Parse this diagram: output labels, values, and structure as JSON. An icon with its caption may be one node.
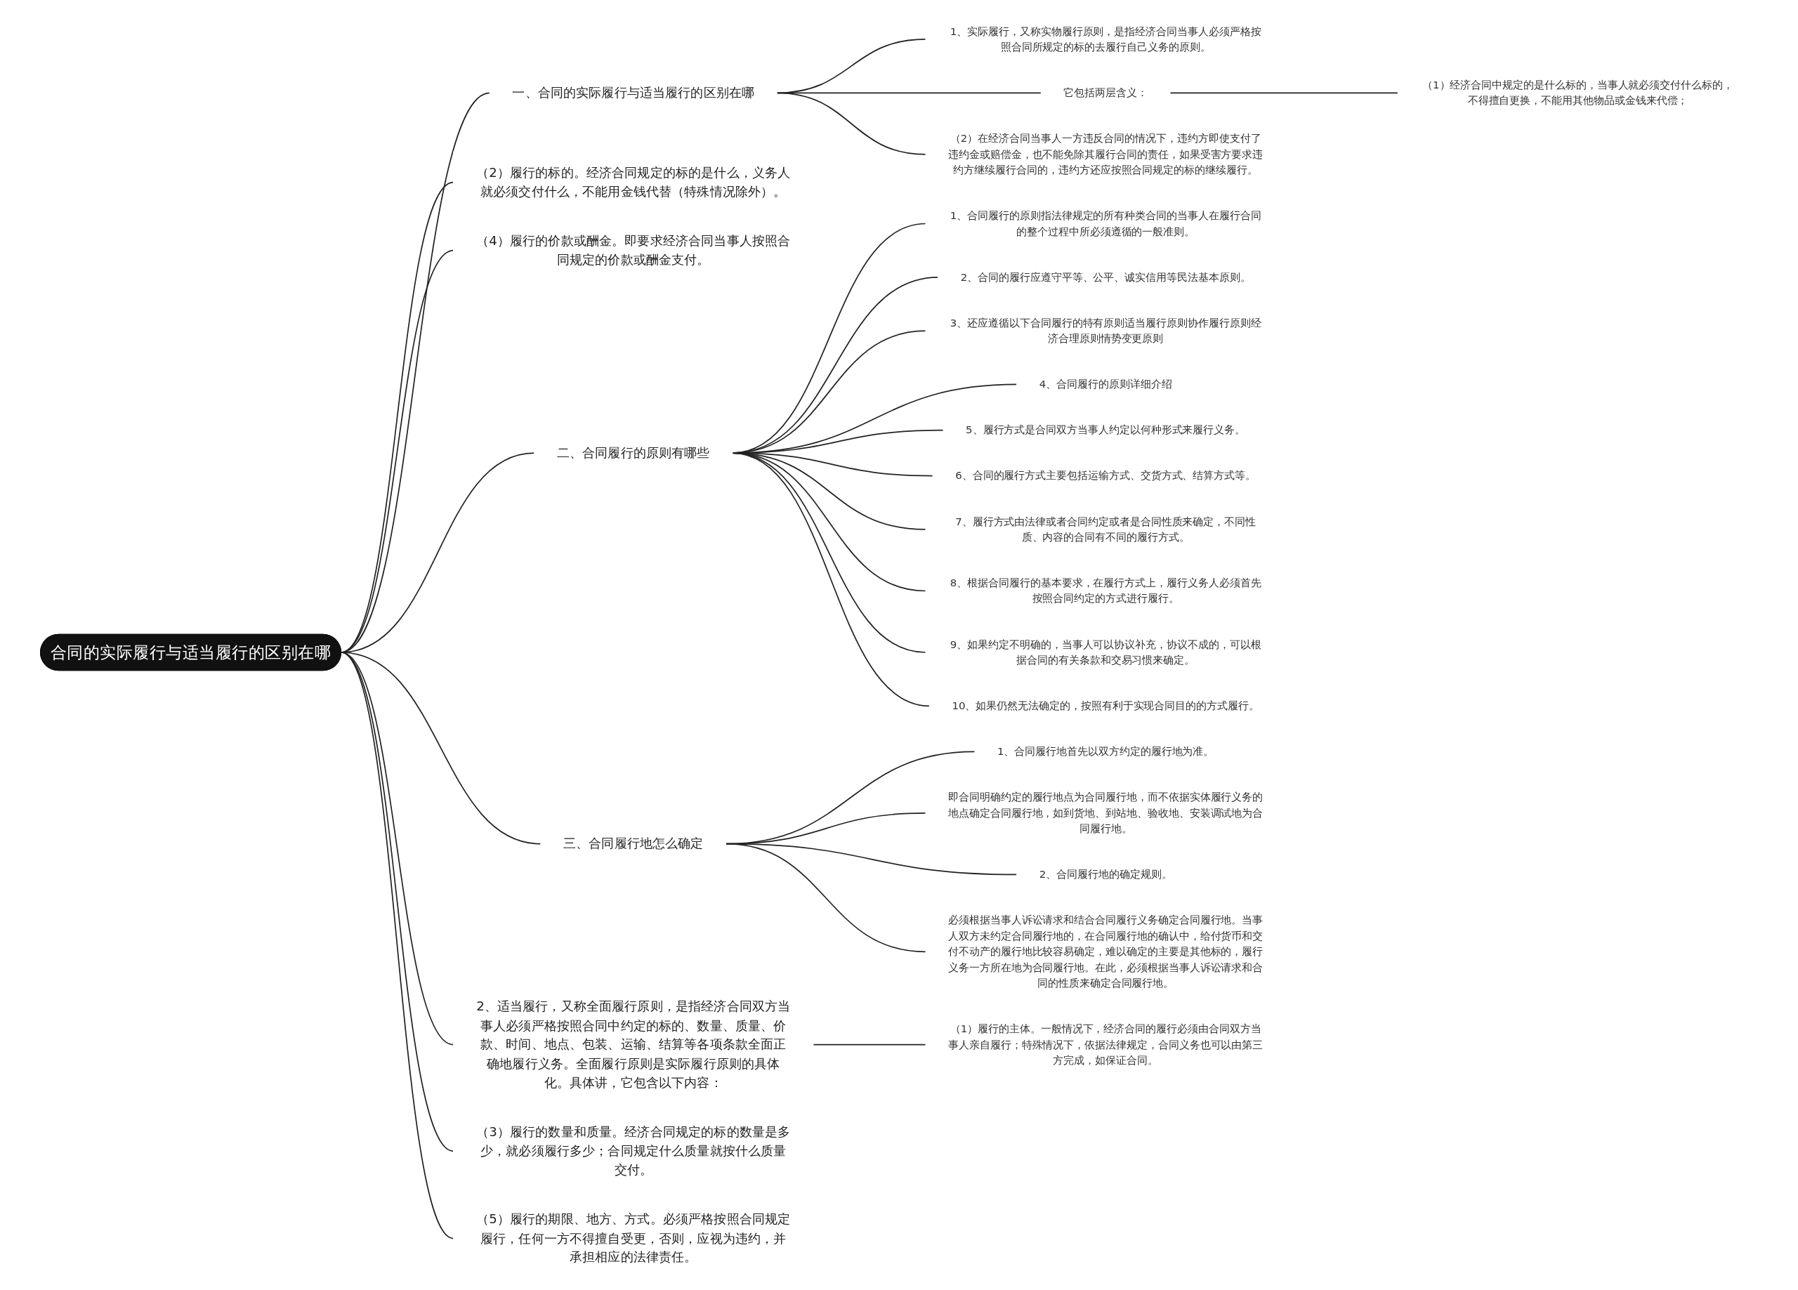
{
  "diagram": {
    "nodes": [
      {
        "text": [
          "合同的实际履行与适当履行的区别在哪"
        ]
      },
      {
        "text": [
          "一、合同的实际履行与适当履行的区别在哪"
        ]
      },
      {
        "text": [
          "1、实际履行，又称实物履行原则，是指经济合同当事人必须严格按照合同所规定的标的去履行自己义务的原则。"
        ]
      },
      {
        "text": [
          "它包括两层含义："
        ]
      },
      {
        "text": [
          "（1）经济合同中规定的是什么标的，当事人就必须交付什么标的，不得擅自更换，不能用其他物品或金钱来代偿；"
        ]
      },
      {
        "text": [
          "（2）在经济合同当事人一方违反合同的情况下，违约方即使支付了违约金或赔偿金，也不能免除其履行合同的责任，如果受害方要求违约方继续履行合同的，违约方还应按照合同规定的标的继续履行。"
        ]
      },
      {
        "text": [
          "（2）履行的标的。经济合同规定的标的是什么，义务人就必须交付什么，不能用金钱代替（特殊情况除外）。"
        ]
      },
      {
        "text": [
          "（4）履行的价款或酬金。即要求经济合同当事人按照合同规定的价款或酬金支付。"
        ]
      },
      {
        "text": [
          "二、合同履行的原则有哪些"
        ]
      },
      {
        "text": [
          "1、合同履行的原则指法律规定的所有种类合同的当事人在履行合同的整个过程中所必须遵循的一般准则。"
        ]
      },
      {
        "text": [
          "2、合同的履行应遵守平等、公平、诚实信用等民法基本原则。"
        ]
      },
      {
        "text": [
          "3、还应遵循以下合同履行的特有原则适当履行原则协作履行原则经济合理原则情势变更原则"
        ]
      },
      {
        "text": [
          "4、合同履行的原则详细介绍"
        ]
      },
      {
        "text": [
          "5、履行方式是合同双方当事人约定以何种形式来履行义务。"
        ]
      },
      {
        "text": [
          "6、合同的履行方式主要包括运输方式、交货方式、结算方式等。"
        ]
      },
      {
        "text": [
          "7、履行方式由法律或者合同约定或者是合同性质来确定，不同性质、内容的合同有不同的履行方式。"
        ]
      },
      {
        "text": [
          "8、根据合同履行的基本要求，在履行方式上，履行义务人必须首先按照合同约定的方式进行履行。"
        ]
      },
      {
        "text": [
          "9、如果约定不明确的，当事人可以协议补充，协议不成的，可以根据合同的有关条款和交易习惯来确定。"
        ]
      },
      {
        "text": [
          "10、如果仍然无法确定的，按照有利于实现合同目的的方式履行。"
        ]
      },
      {
        "text": [
          "三、合同履行地怎么确定"
        ]
      },
      {
        "text": [
          "1、合同履行地首先以双方约定的履行地为准。"
        ]
      },
      {
        "text": [
          "即合同明确约定的履行地点为合同履行地，而不依据实体履行义务的地点确定合同履行地，如到货地、到站地、验收地、安装调试地为合同履行地。"
        ]
      },
      {
        "text": [
          "2、合同履行地的确定规则。"
        ]
      },
      {
        "text": [
          "必须根据当事人诉讼请求和结合合同履行义务确定合同履行地。当事人双方未约定合同履行地的，在合同履行地的确认中，给付货币和交付不动产的履行地比较容易确定，难以确定的主要是其他标的，履行义务一方所在地为合同履行地。在此，必须根据当事人诉讼请求和合同的性质来确定合同履行地。"
        ]
      },
      {
        "text": [
          "2、适当履行，又称全面履行原则，是指经济合同双方当事人必须严格按照合同中约定的标的、数量、质量、价款、时间、地点、包装、运输、结算等各项条款全面正确地履行义务。全面履行原则是实际履行原则的具体化。具体讲，它包含以下内容："
        ]
      },
      {
        "text": [
          "（1）履行的主体。一般情况下，经济合同的履行必须由合同双方当事人亲自履行；特殊情况下，依据法律规定，合同义务也可以由第三方完成，如保证合同。"
        ]
      },
      {
        "text": [
          "（3）履行的数量和质量。经济合同规定的标的数量是多少，就必须履行多少；合同规定什么质量就按什么质量交付。"
        ]
      },
      {
        "text": [
          "（5）履行的期限、地方、方式。必须严格按照合同规定履行，任何一方不得擅自受更，否则，应视为违约，并承担相应的法律责任。"
        ]
      }
    ],
    "edges": [
      {
        "from": 0,
        "to": 1,
        "arrow": "none"
      },
      {
        "from": 1,
        "to": 2,
        "arrow": "none"
      },
      {
        "from": 1,
        "to": 3,
        "arrow": "none"
      },
      {
        "from": 3,
        "to": 4,
        "arrow": "none"
      },
      {
        "from": 1,
        "to": 5,
        "arrow": "none"
      },
      {
        "from": 0,
        "to": 6,
        "arrow": "none"
      },
      {
        "from": 0,
        "to": 7,
        "arrow": "none"
      },
      {
        "from": 0,
        "to": 8,
        "arrow": "none"
      },
      {
        "from": 8,
        "to": 9,
        "arrow": "none"
      },
      {
        "from": 8,
        "to": 10,
        "arrow": "none"
      },
      {
        "from": 8,
        "to": 11,
        "arrow": "none"
      },
      {
        "from": 8,
        "to": 12,
        "arrow": "none"
      },
      {
        "from": 8,
        "to": 13,
        "arrow": "none"
      },
      {
        "from": 8,
        "to": 14,
        "arrow": "none"
      },
      {
        "from": 8,
        "to": 15,
        "arrow": "none"
      },
      {
        "from": 8,
        "to": 16,
        "arrow": "none"
      },
      {
        "from": 8,
        "to": 17,
        "arrow": "none"
      },
      {
        "from": 8,
        "to": 18,
        "arrow": "none"
      },
      {
        "from": 0,
        "to": 19,
        "arrow": "none"
      },
      {
        "from": 19,
        "to": 20,
        "arrow": "none"
      },
      {
        "from": 19,
        "to": 21,
        "arrow": "none"
      },
      {
        "from": 19,
        "to": 22,
        "arrow": "none"
      },
      {
        "from": 19,
        "to": 23,
        "arrow": "none"
      },
      {
        "from": 0,
        "to": 24,
        "arrow": "none"
      },
      {
        "from": 24,
        "to": 25,
        "arrow": "none"
      },
      {
        "from": 0,
        "to": 26,
        "arrow": "none"
      },
      {
        "from": 0,
        "to": 27,
        "arrow": "none"
      }
    ]
  }
}
